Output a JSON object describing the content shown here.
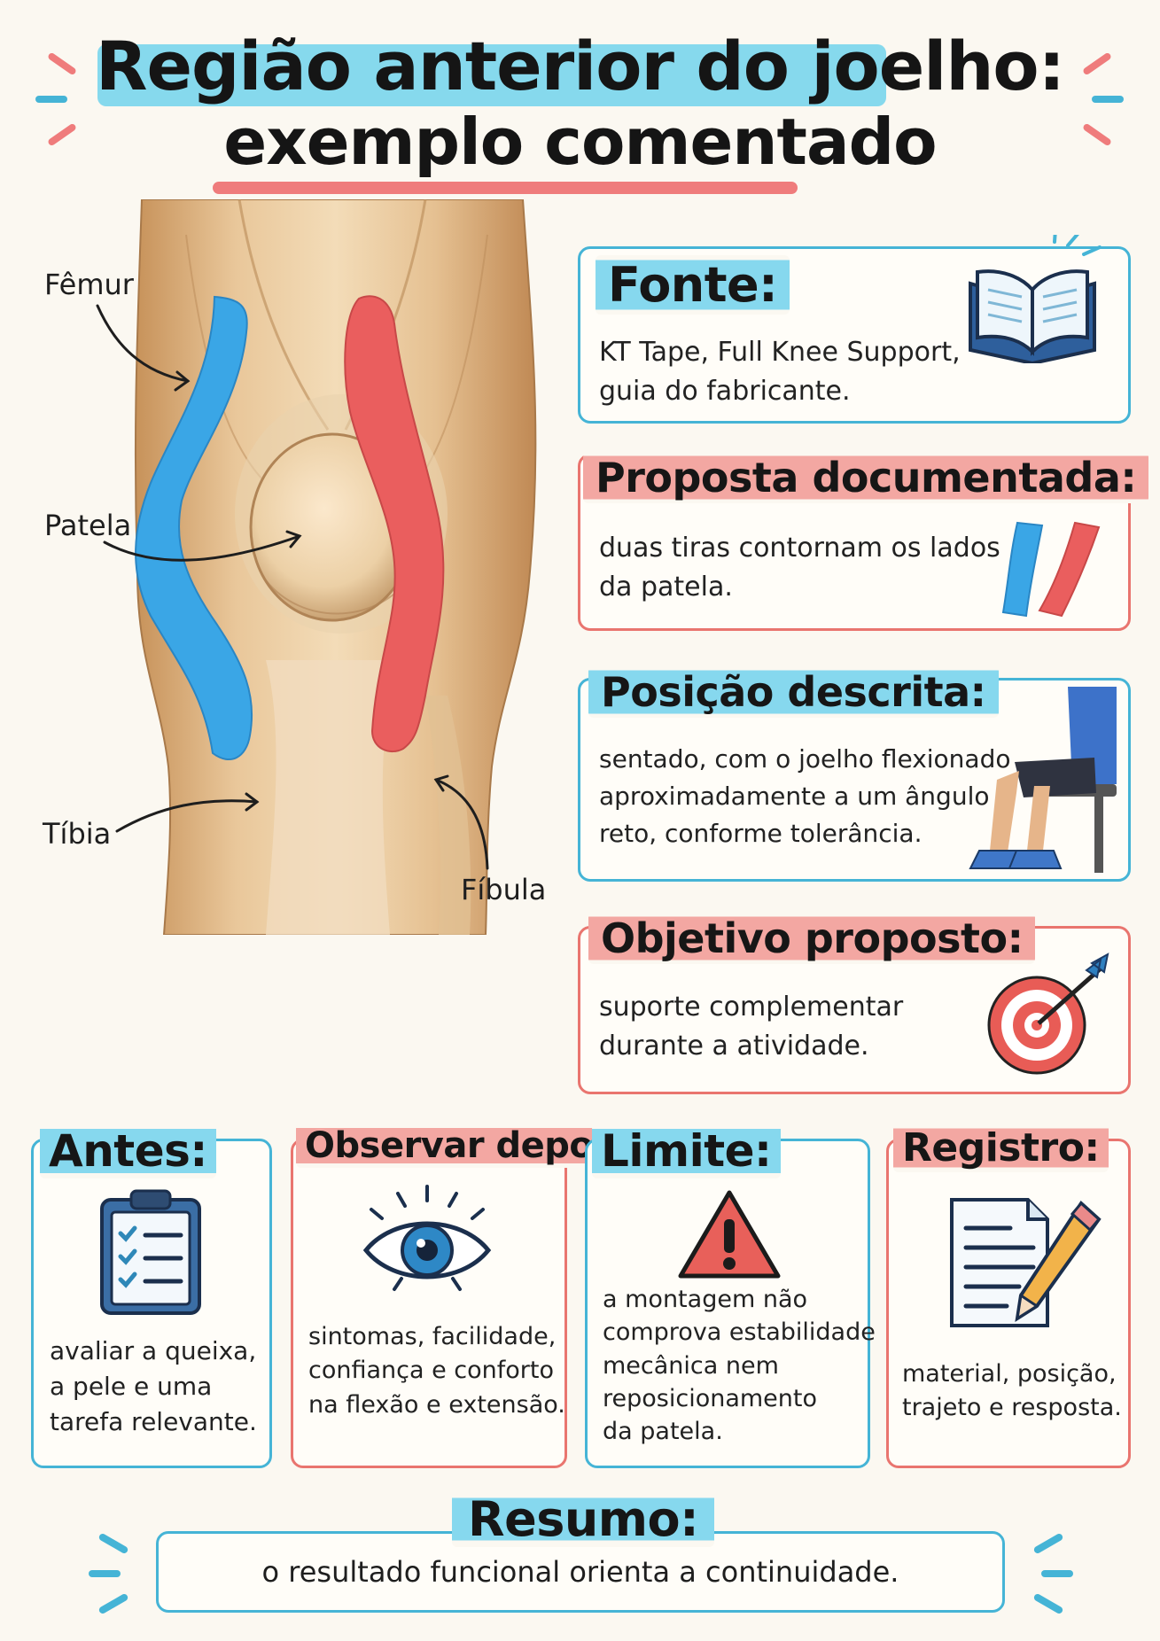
{
  "title": {
    "line1": "Região anterior do joelho:",
    "line2": "exemplo comentado"
  },
  "knee": {
    "labels": {
      "femur": "Fêmur",
      "patela": "Patela",
      "tibia": "Tíbia",
      "fibula": "Fíbula"
    },
    "tape_colors": {
      "left": "#3aa6e6",
      "right": "#ea5e5e"
    }
  },
  "cards": {
    "fonte": {
      "heading": "Fonte:",
      "lines": [
        "KT Tape, Full Knee Support,",
        "guia do fabricante."
      ],
      "icon": "open-book-icon"
    },
    "proposta": {
      "heading": "Proposta documentada:",
      "lines": [
        "duas tiras contornam os lados",
        "da patela."
      ],
      "icon": "tape-strips-icon"
    },
    "posicao": {
      "heading": "Posição descrita:",
      "lines": [
        "sentado, com o joelho flexionado",
        "aproximadamente a um ângulo",
        "reto, conforme tolerância."
      ],
      "icon": "seated-person-icon"
    },
    "objetivo": {
      "heading": "Objetivo proposto:",
      "lines": [
        "suporte complementar",
        "durante a atividade."
      ],
      "icon": "target-icon"
    }
  },
  "bottom": {
    "antes": {
      "heading": "Antes:",
      "lines": [
        "avaliar a queixa,",
        "a pele e uma",
        "tarefa relevante."
      ],
      "icon": "clipboard-checklist-icon"
    },
    "observar": {
      "heading": "Observar depois:",
      "lines": [
        "sintomas, facilidade,",
        "confiança e conforto",
        "na flexão e extensão."
      ],
      "icon": "eye-icon"
    },
    "limite": {
      "heading": "Limite:",
      "lines": [
        "a montagem não",
        "comprova estabilidade",
        "mecânica nem",
        "reposicionamento",
        "da patela."
      ],
      "icon": "warning-icon"
    },
    "registro": {
      "heading": "Registro:",
      "lines": [
        "material, posição,",
        "trajeto e resposta."
      ],
      "icon": "document-pencil-icon"
    }
  },
  "resumo": {
    "heading": "Resumo:",
    "text": "o resultado funcional orienta a continuidade."
  },
  "colors": {
    "blue": "#45b4d6",
    "red": "#e9756f",
    "highlight_blue": "#79d5ec",
    "highlight_red": "#f3a7a2"
  }
}
